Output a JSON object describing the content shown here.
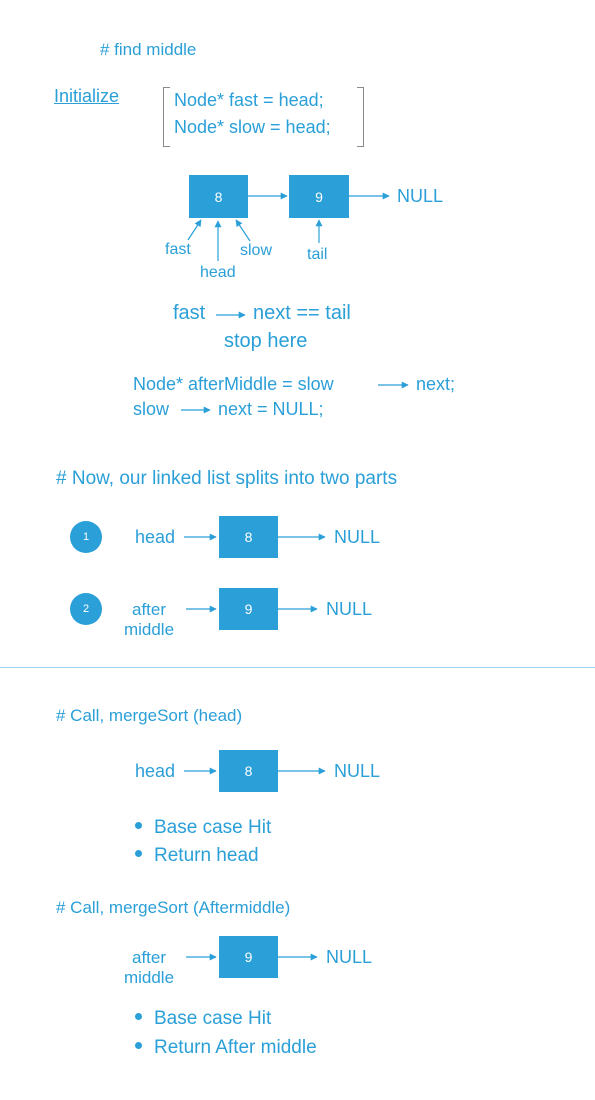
{
  "colors": {
    "accent": "#2a9fd8",
    "bracket": "#8a8a8a",
    "divider": "#9cd3ee"
  },
  "find_middle": {
    "heading": "# find middle",
    "initialize_label": "Initialize",
    "init_lines": [
      "Node* fast = head;",
      "Node* slow = head;"
    ],
    "nodes": [
      "8",
      "9"
    ],
    "null_label": "NULL",
    "pointer_labels": {
      "fast": "fast",
      "head": "head",
      "slow": "slow",
      "tail": "tail"
    },
    "condition": {
      "left": "fast",
      "right": "next == tail"
    },
    "stop": "stop here",
    "code_line1": {
      "left": "Node* afterMiddle = slow",
      "right": "next;"
    },
    "code_line2": {
      "left": "slow",
      "right": "next = NULL;"
    }
  },
  "split": {
    "heading": "#  Now, our linked list splits into two parts",
    "parts": [
      {
        "number": "1",
        "label_line1": "head",
        "label_line2": "",
        "node": "8",
        "null_label": "NULL"
      },
      {
        "number": "2",
        "label_line1": "after",
        "label_line2": "middle",
        "node": "9",
        "null_label": "NULL"
      }
    ]
  },
  "calls": [
    {
      "heading": "# Call, mergeSort  (head)",
      "label_line1": "head",
      "label_line2": "",
      "node": "8",
      "null_label": "NULL",
      "bullets": [
        "Base case Hit",
        "Return head"
      ]
    },
    {
      "heading": "# Call, mergeSort  (Aftermiddle)",
      "label_line1": "after",
      "label_line2": "middle",
      "node": "9",
      "null_label": "NULL",
      "bullets": [
        "Base case Hit",
        "Return After middle"
      ]
    }
  ]
}
